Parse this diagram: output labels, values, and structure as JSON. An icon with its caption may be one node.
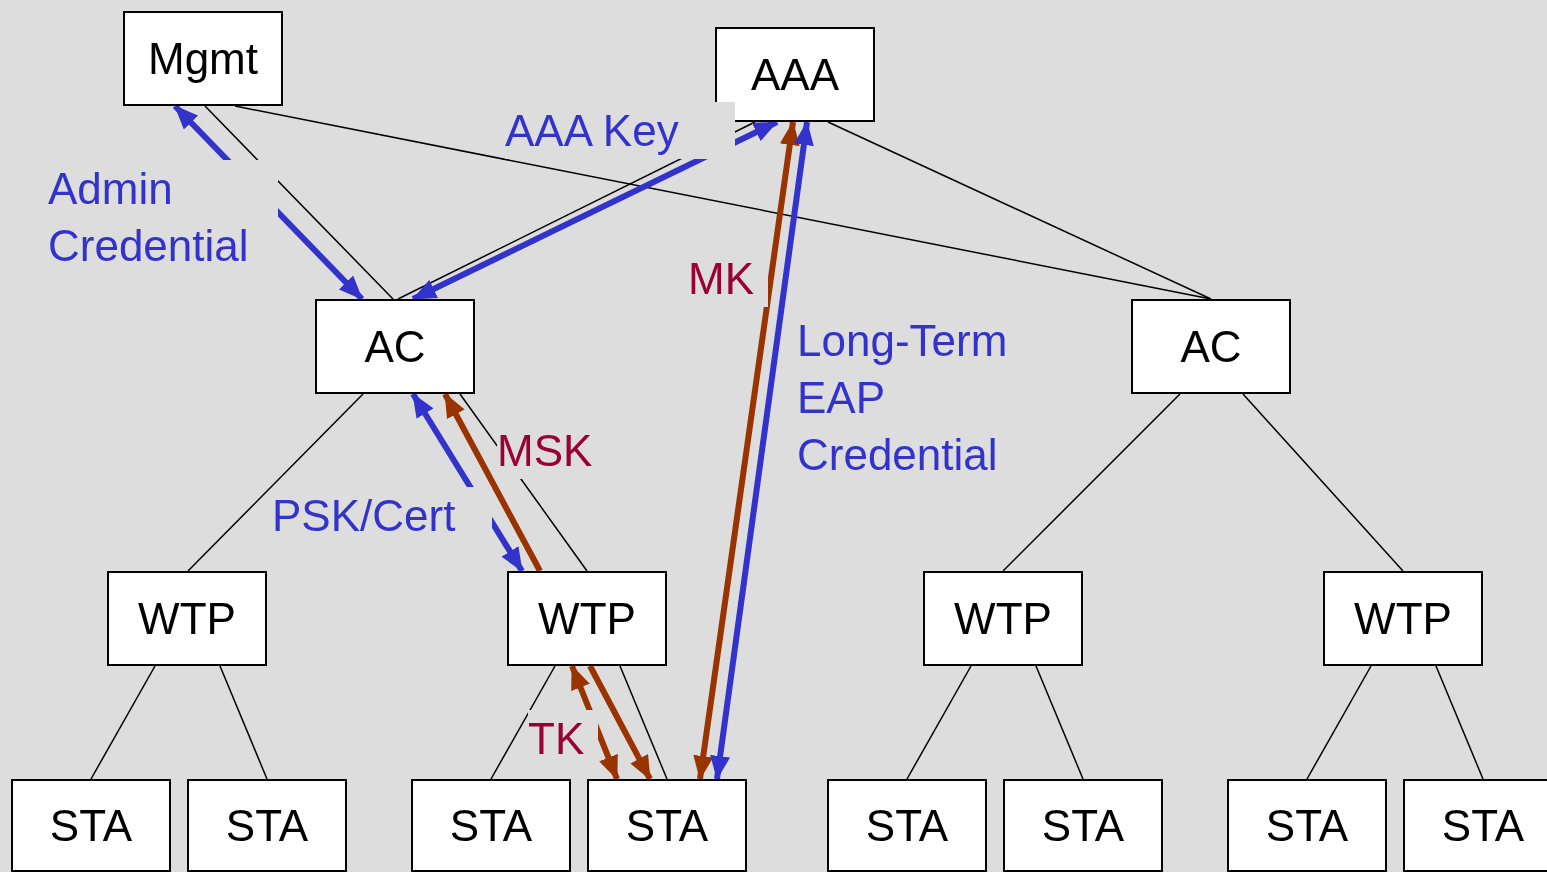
{
  "diagram": {
    "nodes": [
      {
        "text": [
          "Mgmt"
        ]
      },
      {
        "text": [
          "AAA"
        ]
      },
      {
        "text": [
          "AC"
        ]
      },
      {
        "text": [
          "AC"
        ]
      },
      {
        "text": [
          "WTP"
        ]
      },
      {
        "text": [
          "WTP"
        ]
      },
      {
        "text": [
          "WTP"
        ]
      },
      {
        "text": [
          "WTP"
        ]
      },
      {
        "text": [
          "STA"
        ]
      },
      {
        "text": [
          "STA"
        ]
      },
      {
        "text": [
          "STA"
        ]
      },
      {
        "text": [
          "STA"
        ]
      },
      {
        "text": [
          "STA"
        ]
      },
      {
        "text": [
          "STA"
        ]
      },
      {
        "text": [
          "STA"
        ]
      },
      {
        "text": [
          "STA"
        ]
      }
    ],
    "edges": [
      {
        "from": 0,
        "to": 2,
        "arrow": "none"
      },
      {
        "from": 0,
        "to": 3,
        "arrow": "none"
      },
      {
        "from": 1,
        "to": 2,
        "arrow": "none"
      },
      {
        "from": 1,
        "to": 3,
        "arrow": "none"
      },
      {
        "from": 2,
        "to": 4,
        "arrow": "none"
      },
      {
        "from": 2,
        "to": 5,
        "arrow": "none"
      },
      {
        "from": 3,
        "to": 6,
        "arrow": "none"
      },
      {
        "from": 3,
        "to": 7,
        "arrow": "none"
      },
      {
        "from": 4,
        "to": 8,
        "arrow": "none"
      },
      {
        "from": 4,
        "to": 9,
        "arrow": "none"
      },
      {
        "from": 5,
        "to": 10,
        "arrow": "none"
      },
      {
        "from": 5,
        "to": 11,
        "arrow": "none"
      },
      {
        "from": 6,
        "to": 12,
        "arrow": "none"
      },
      {
        "from": 6,
        "to": 13,
        "arrow": "none"
      },
      {
        "from": 7,
        "to": 14,
        "arrow": "none"
      },
      {
        "from": 7,
        "to": 15,
        "arrow": "none"
      },
      {
        "from": 0,
        "to": 2,
        "arrow": "both",
        "label": "Admin Credential",
        "style": "thick",
        "color": "#3333cc"
      },
      {
        "from": 1,
        "to": 2,
        "arrow": "both",
        "label": "AAA Key",
        "style": "thick",
        "color": "#3333cc"
      },
      {
        "from": 2,
        "to": 5,
        "arrow": "both",
        "label": "PSK/Cert",
        "style": "thick",
        "color": "#3333cc"
      },
      {
        "from": 5,
        "to": 2,
        "arrow": "to",
        "label": "MSK",
        "style": "thick",
        "color": "#993300"
      },
      {
        "from": 11,
        "to": 1,
        "arrow": "both",
        "label": "MK",
        "style": "thick",
        "color": "#993300"
      },
      {
        "from": 1,
        "to": 11,
        "arrow": "both",
        "label": "Long-Term EAP Credential",
        "style": "thick",
        "color": "#3333cc"
      },
      {
        "from": 5,
        "to": 11,
        "arrow": "both",
        "label": "TK",
        "style": "thick",
        "color": "#993300"
      },
      {
        "from": 5,
        "to": 11,
        "arrow": "to",
        "style": "thick",
        "color": "#993300"
      }
    ]
  }
}
